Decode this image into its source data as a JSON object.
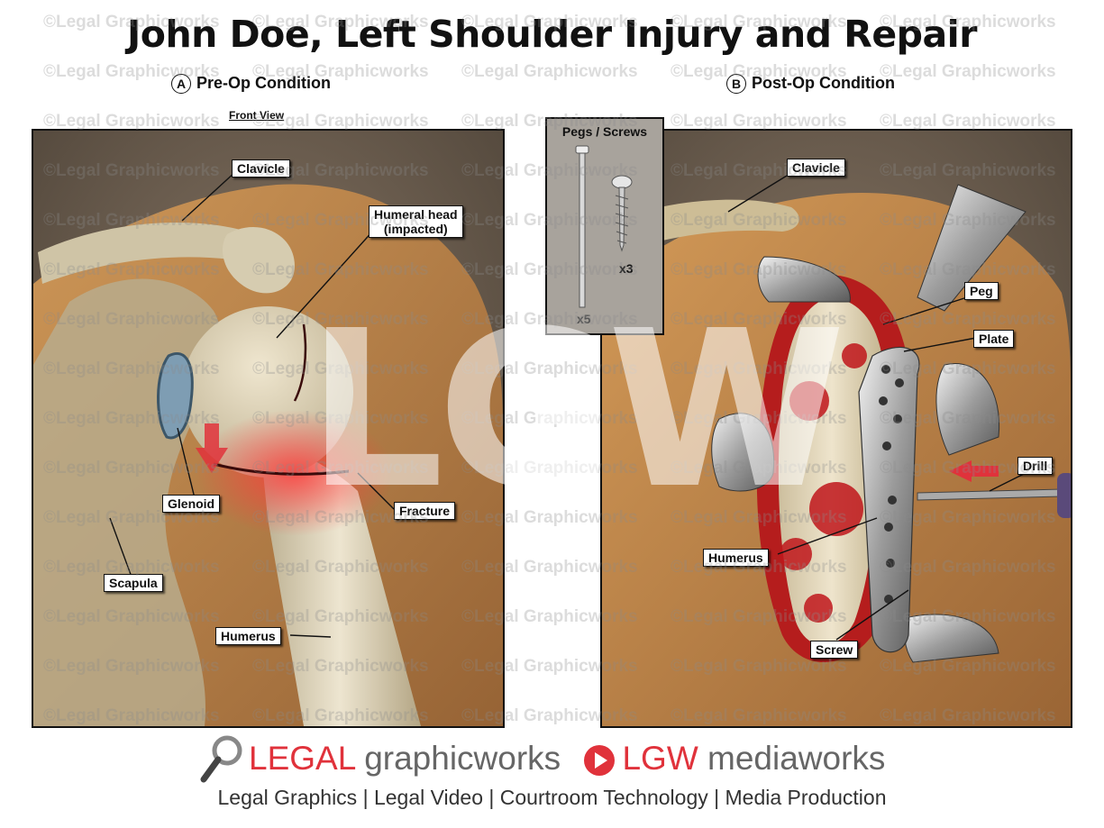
{
  "header": {
    "title": "John Doe, Left Shoulder Injury and Repair",
    "left_badge": "A",
    "left_subtitle": "Pre-Op Condition",
    "right_badge": "B",
    "right_subtitle": "Post-Op Condition",
    "front_view": "Front View"
  },
  "left_panel": {
    "labels": {
      "clavicle": "Clavicle",
      "humeral_head_line1": "Humeral head",
      "humeral_head_line2": "(impacted)",
      "glenoid": "Glenoid",
      "fracture": "Fracture",
      "scapula": "Scapula",
      "humerus": "Humerus"
    }
  },
  "inset": {
    "title": "Pegs / Screws",
    "peg_count": "x5",
    "screw_count": "x3"
  },
  "right_panel": {
    "labels": {
      "clavicle": "Clavicle",
      "peg": "Peg",
      "plate": "Plate",
      "drill": "Drill",
      "humerus": "Humerus",
      "screw": "Screw"
    }
  },
  "watermark": {
    "text": "©Legal Graphicworks",
    "big": "LGW"
  },
  "footer": {
    "brand1_a": "LEGAL",
    "brand1_b": " graphicworks",
    "brand2_a": "LGW",
    "brand2_b": " mediaworks",
    "tagline": "Legal Graphics | Legal Video | Courtroom Technology | Media Production"
  },
  "colors": {
    "accent_red": "#e0323b",
    "skin": "#c98d4e",
    "bone": "#d9d0b6",
    "background_dark": "#5d5246"
  }
}
